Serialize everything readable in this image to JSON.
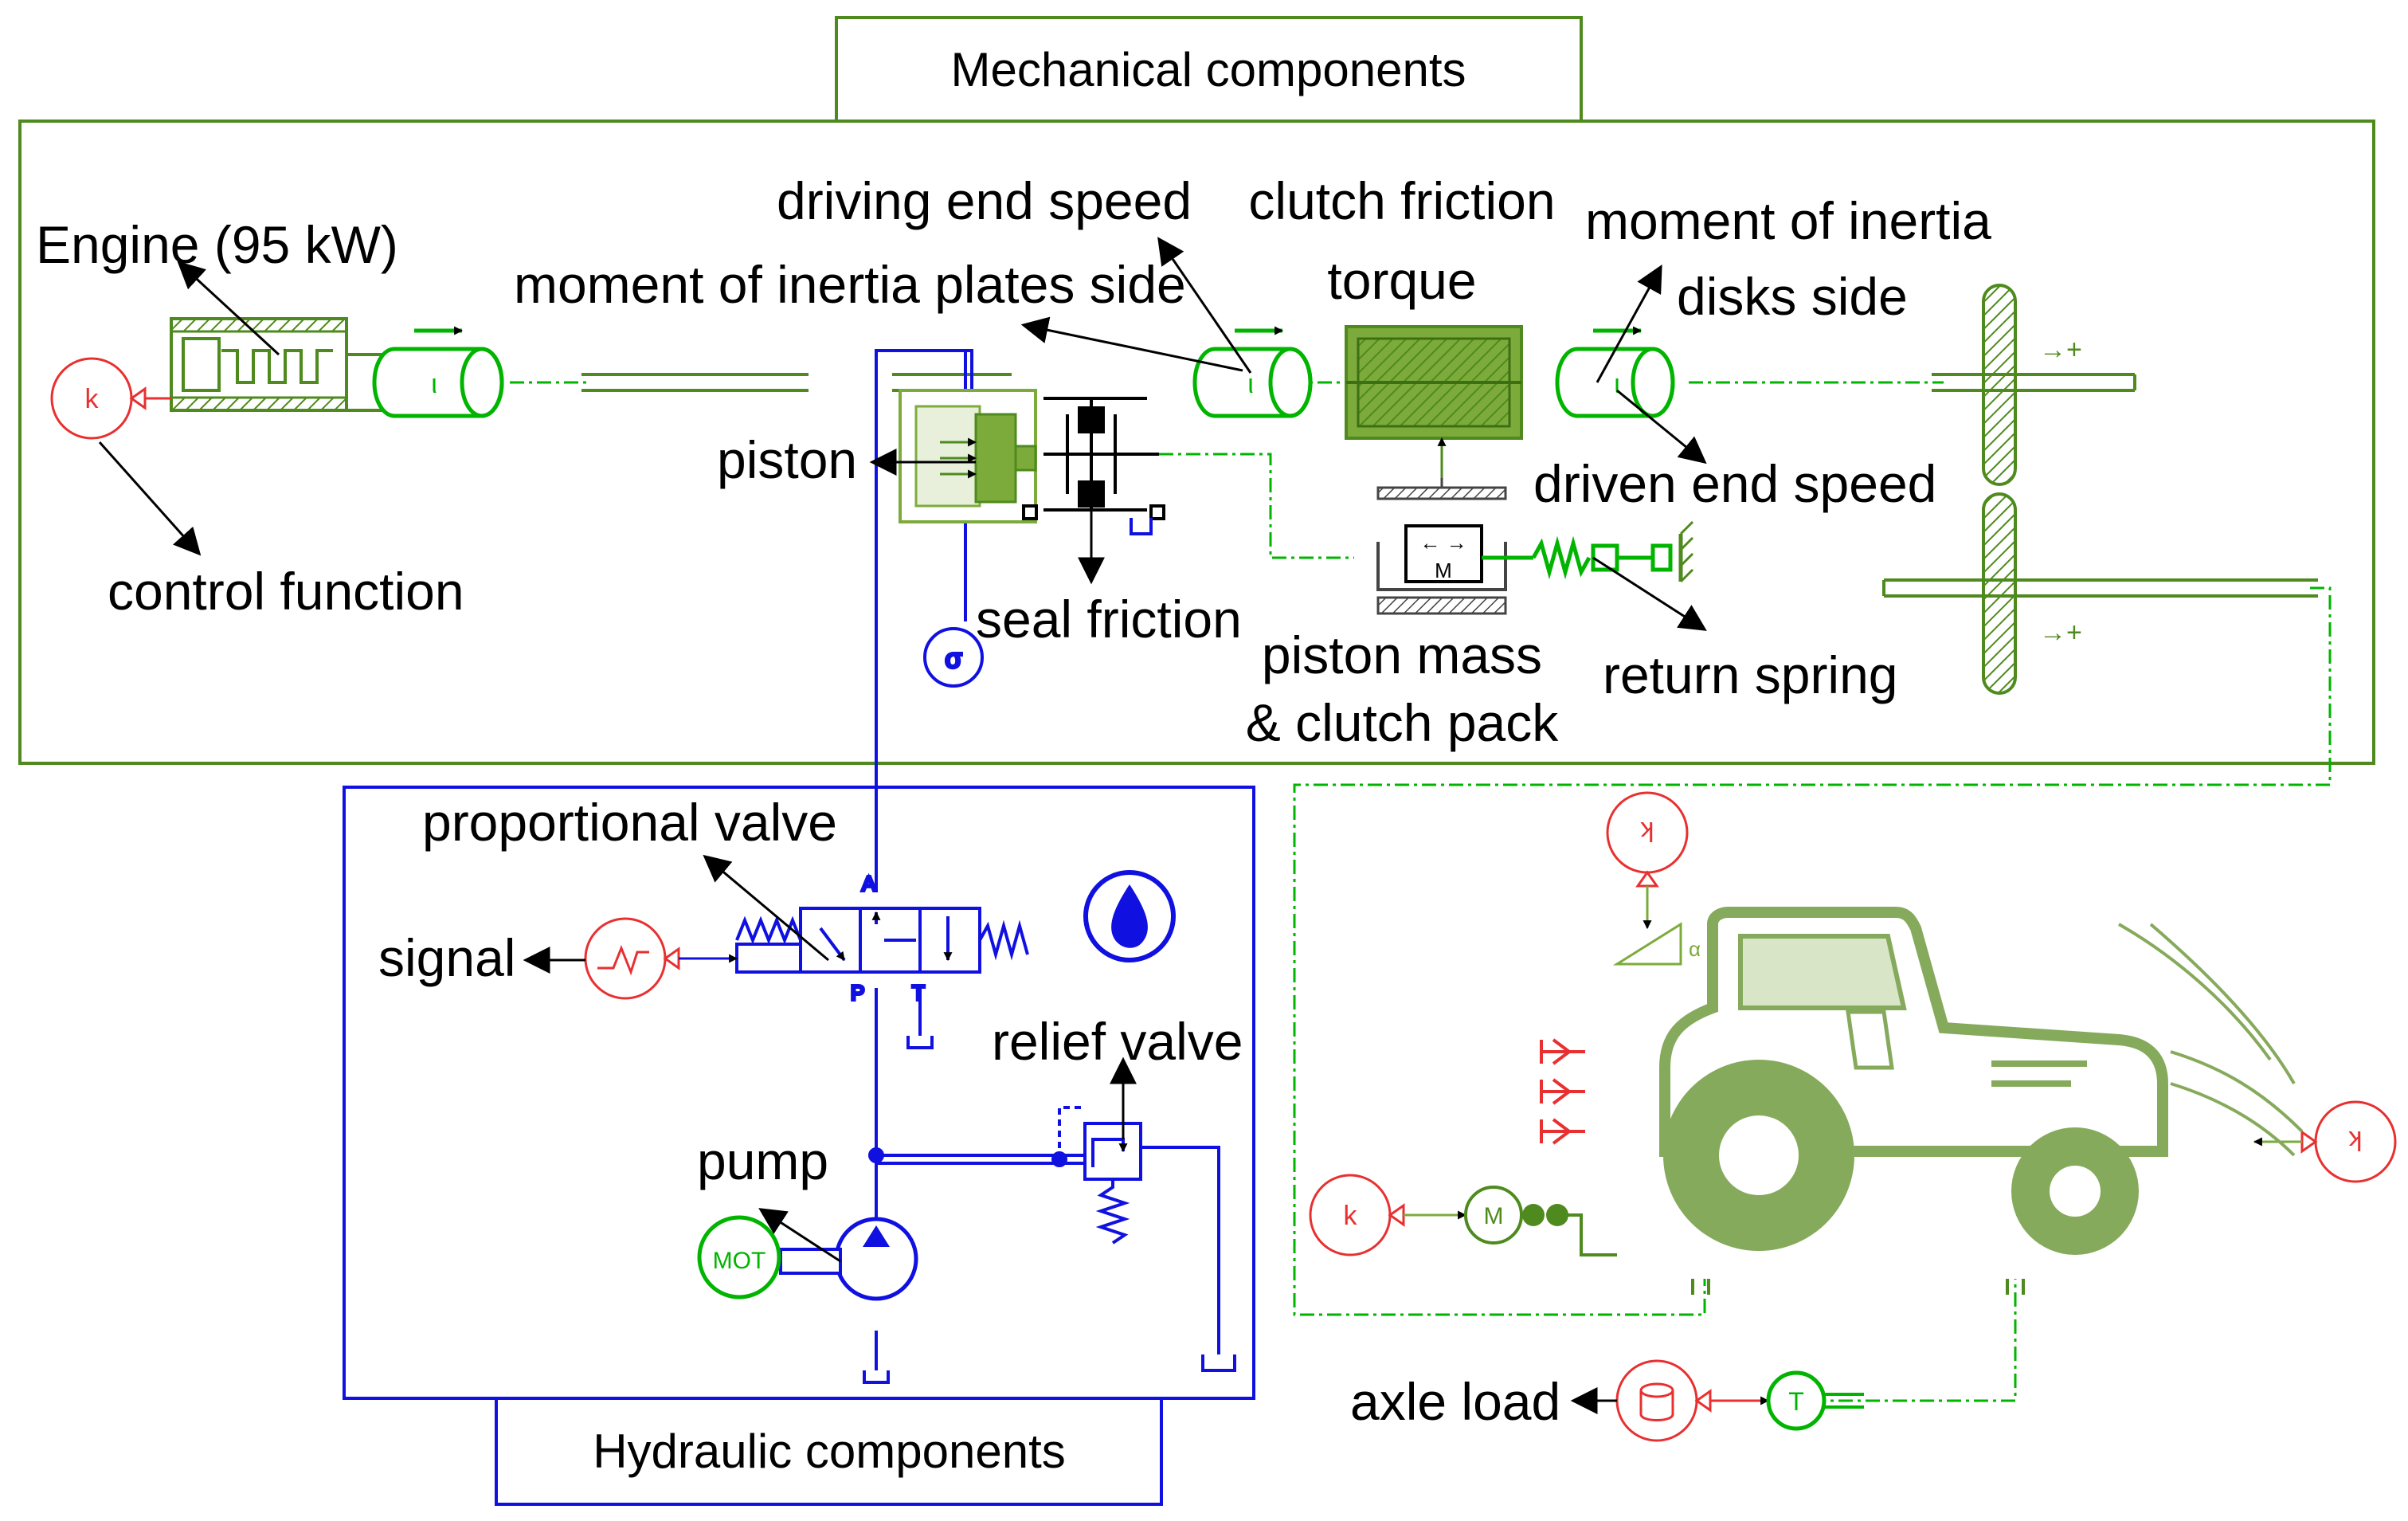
{
  "titles": {
    "mechanical": "Mechanical components",
    "hydraulic": "Hydraulic components"
  },
  "labels": {
    "engine": "Engine (95 kW)",
    "driving_end_speed": "driving end speed",
    "clutch_friction": "clutch friction",
    "torque": "torque",
    "moi_disks_1": "moment of inertia",
    "moi_disks_2": "disks side",
    "moi_plates": "moment of inertia plates side",
    "piston": "piston",
    "driven_end_speed": "driven end speed",
    "control_function": "control function",
    "seal_friction": "seal friction",
    "piston_mass_1": "piston mass",
    "piston_mass_2": "& clutch pack",
    "return_spring": "return spring",
    "proportional_valve": "proportional valve",
    "signal": "signal",
    "relief_valve": "relief valve",
    "pump": "pump",
    "axle_load": "axle load"
  },
  "symbols": {
    "k": "k",
    "mass_m": "M",
    "motor_m": "M",
    "mot": "MOT",
    "t": "T",
    "alpha": "α",
    "port_a": "A",
    "port_p": "P",
    "port_t": "T"
  },
  "colors": {
    "mechanical": "#4e8a1d",
    "mechanical_dark": "#3c6f14",
    "mechanical_fill": "#7cab3c",
    "signal_line": "#00b400",
    "hydraulic": "#1010e0",
    "control": "#e83030",
    "tractor": "#86aa5c",
    "tractor_light": "#a9c484"
  }
}
